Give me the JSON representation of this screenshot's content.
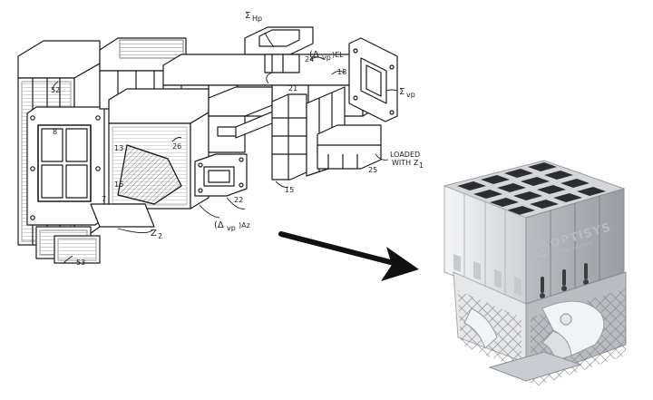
{
  "drawing": {
    "labels": {
      "sigma_hp": "Σ",
      "sigma_hp_sub": "Hp",
      "sigma_vp": "Σ",
      "sigma_vp_sub": "vp",
      "delta_vp_el": "(Δ",
      "delta_vp_el_sub": "vp",
      "delta_vp_el_tail": ")EL",
      "delta_vp_az": "(Δ",
      "delta_vp_az_sub": "vp",
      "delta_vp_az_tail": ")Az",
      "loaded_with_line1": "LOADED",
      "loaded_with_line2": "WITH",
      "loaded_with_line3": "Z",
      "loaded_with_sub": "1",
      "z2": "Z",
      "z2_sub": "2",
      "n24": "24",
      "n21": "21",
      "n18": "18",
      "n22": "22",
      "n25": "25",
      "n15": "15",
      "n52": "52",
      "n53": "53",
      "n26": "26",
      "n13": "13",
      "n16": "16",
      "n8": "8",
      "n7": "7"
    }
  },
  "product": {
    "logo_text": "OPTISYS",
    "logo_tagline": "ANTENNA SOLUTIONS"
  },
  "colors": {
    "background": "#ffffff",
    "ink": "#1a1a1a",
    "arrow": "#111111",
    "metal_light": "#e9eaec",
    "metal_mid": "#c9ccd0",
    "metal_dark": "#8d9095",
    "port_hole": "#2b2d31"
  },
  "icons": {
    "arrow": "right-down-arrow"
  }
}
